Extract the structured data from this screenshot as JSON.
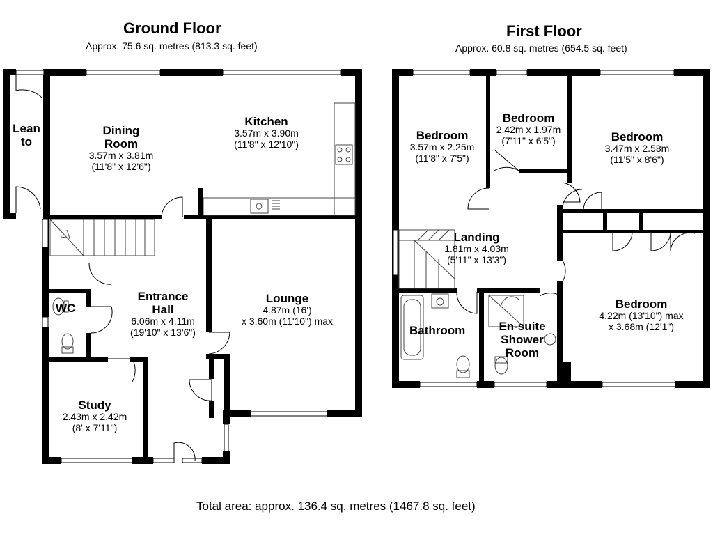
{
  "ground": {
    "title": "Ground Floor",
    "area": "Approx. 75.6 sq. metres (813.3 sq. feet)"
  },
  "first": {
    "title": "First Floor",
    "area": "Approx. 60.8 sq. metres (654.5 sq. feet)"
  },
  "rooms": {
    "lean_to": {
      "name_1": "Lean",
      "name_2": "to"
    },
    "dining": {
      "name_1": "Dining",
      "name_2": "Room",
      "metric": "3.57m x 3.81m",
      "imperial": "(11'8\" x 12'6\")"
    },
    "kitchen": {
      "name": "Kitchen",
      "metric": "3.57m x 3.90m",
      "imperial": "(11'8\" x 12'10\")"
    },
    "wc": {
      "name": "WC"
    },
    "hall": {
      "name_1": "Entrance",
      "name_2": "Hall",
      "metric": "6.06m x 4.11m",
      "imperial": "(19'10\" x 13'6\")"
    },
    "lounge": {
      "name": "Lounge",
      "metric": "4.87m (16')",
      "imperial": "x 3.60m (11'10\") max"
    },
    "study": {
      "name": "Study",
      "metric": "2.43m x 2.42m",
      "imperial": "(8' x 7'11\")"
    },
    "bed1": {
      "name": "Bedroom",
      "metric": "3.57m x 2.25m",
      "imperial": "(11'8\" x 7'5\")"
    },
    "bed2": {
      "name": "Bedroom",
      "metric": "2.42m x 1.97m",
      "imperial": "(7'11\" x 6'5\")"
    },
    "bed3": {
      "name": "Bedroom",
      "metric": "3.47m x 2.58m",
      "imperial": "(11'5\" x 8'6\")"
    },
    "landing": {
      "name": "Landing",
      "metric": "1.81m x 4.03m",
      "imperial": "(5'11\" x 13'3\")"
    },
    "bed4": {
      "name": "Bedroom",
      "metric": "4.22m (13'10\") max",
      "imperial": "x 3.68m (12'1\")"
    },
    "bathroom": {
      "name": "Bathroom"
    },
    "ensuite": {
      "name_1": "En-suite",
      "name_2": "Shower",
      "name_3": "Room"
    }
  },
  "total_area": "Total area: approx. 136.4 sq. metres (1467.8 sq. feet)",
  "colors": {
    "wall": "#000000",
    "fixture": "#555555",
    "background": "#ffffff"
  }
}
